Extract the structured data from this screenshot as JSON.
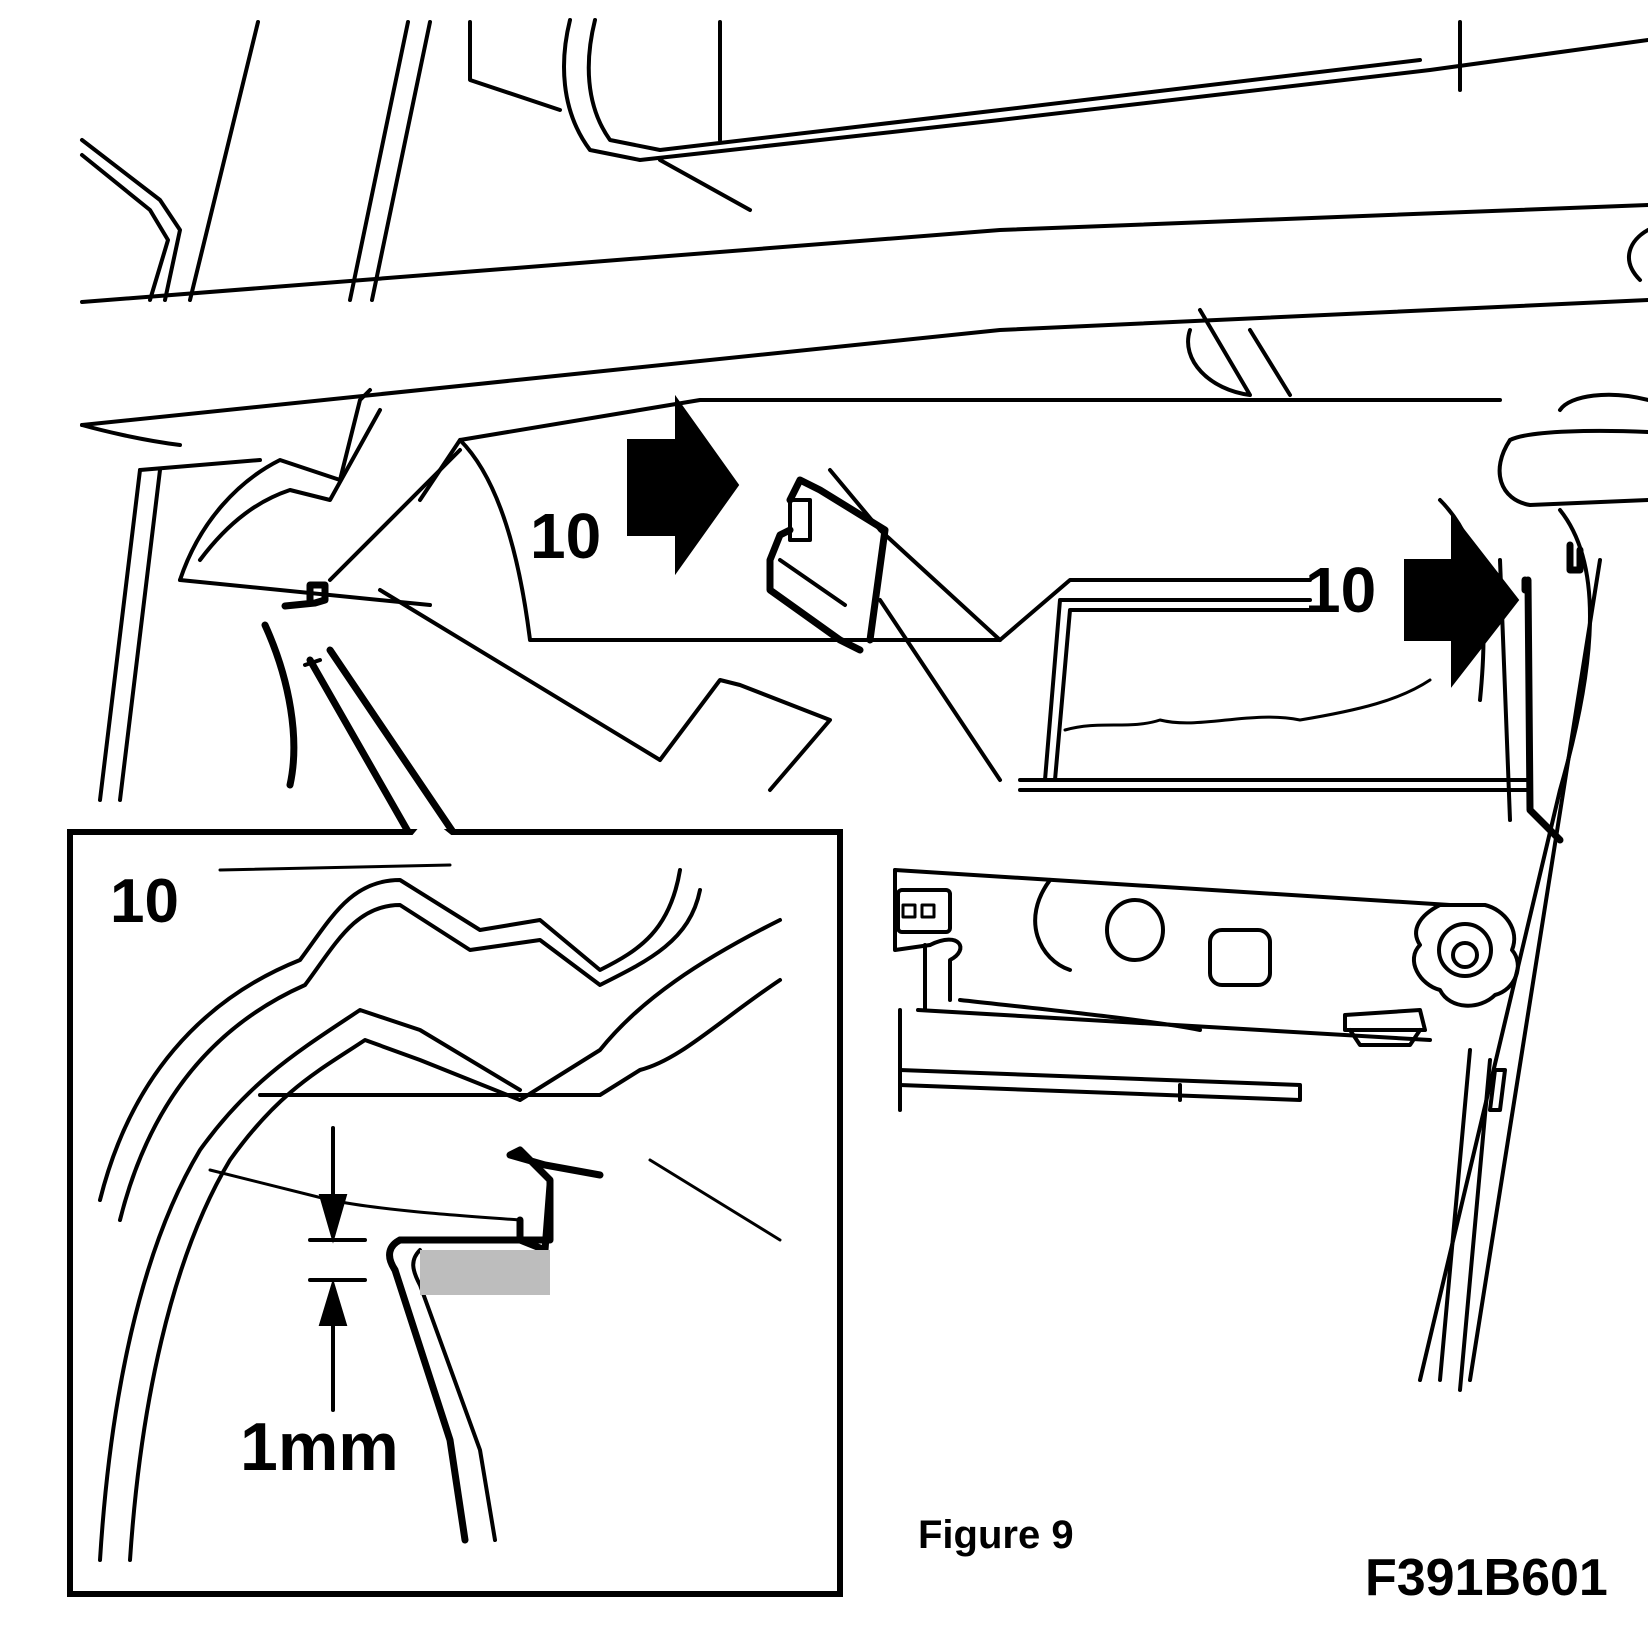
{
  "callouts": {
    "arrow_label_left": "10",
    "arrow_label_right": "10",
    "inset_label": "10"
  },
  "inset": {
    "gap_measurement": "1mm"
  },
  "caption": {
    "figure_title": "Figure 9",
    "figure_code": "F391B601"
  },
  "colors": {
    "ink": "#000000",
    "paper": "#ffffff",
    "shading": "#bdbdbd"
  }
}
